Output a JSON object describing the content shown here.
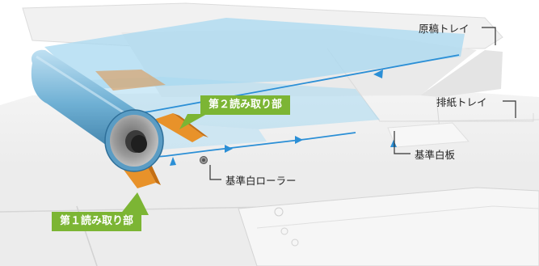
{
  "labels": {
    "original_tray": "原稿トレイ",
    "output_tray": "排紙トレイ",
    "reference_plate": "基準白板",
    "reference_roller": "基準白ローラー",
    "second_reader": "第２読み取り部",
    "first_reader": "第１読み取り部"
  },
  "colors": {
    "label_green": "#7cb534",
    "paper_path": "#2b8fd6",
    "reader_orange": "#e8922a",
    "roller_blue": "#5a9cc4"
  }
}
